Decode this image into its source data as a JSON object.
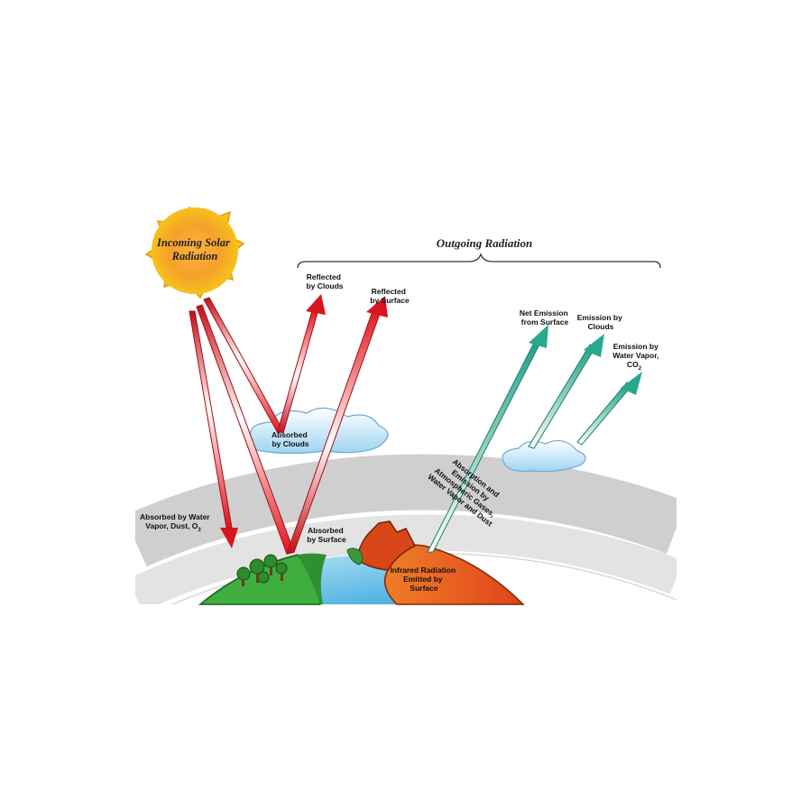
{
  "diagram": {
    "sun_label": [
      "Incoming Solar",
      "Radiation"
    ],
    "outgoing_label": "Outgoing Radiation",
    "reflected_clouds": [
      "Reflected",
      "by Clouds"
    ],
    "reflected_surface": [
      "Reflected",
      "by Surface"
    ],
    "absorbed_clouds": [
      "Absorbed",
      "by Clouds"
    ],
    "absorbed_water": [
      "Absorbed by Water",
      "Vapor, Dust, O",
      "3"
    ],
    "absorbed_surface": [
      "Absorbed",
      "by Surface"
    ],
    "net_emission": [
      "Net Emission",
      "from Surface"
    ],
    "emission_clouds": [
      "Emission by",
      "Clouds"
    ],
    "emission_water": [
      "Emission by",
      "Water Vapor,",
      "CO",
      "2"
    ],
    "absorption_emission": [
      "Absorption and",
      "Emission by",
      "Atmospheric Gases,",
      "Water Vapor and Dust"
    ],
    "infrared": [
      "Infrared Radiation",
      "Emitted by",
      "Surface"
    ]
  },
  "colors": {
    "incoming": "#d8141c",
    "outgoing": "#2aa88e",
    "sun": "#f6c21b",
    "ocean": "#4fb6e6",
    "land": "#3aa83c",
    "desert": "#e2551d",
    "atmosphere": "#c9c9c9"
  }
}
